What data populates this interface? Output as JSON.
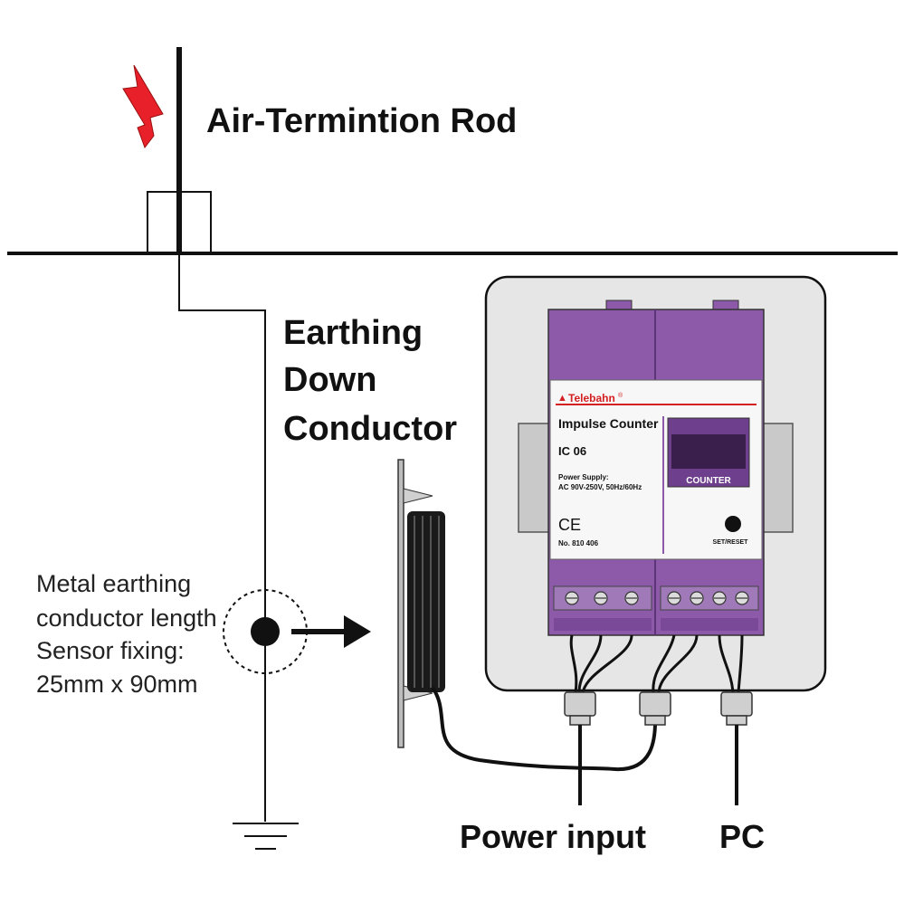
{
  "labels": {
    "rod": "Air-Termintion Rod",
    "conductor_line1": "Earthing",
    "conductor_line2": "Down",
    "conductor_line3": "Conductor",
    "sensor_line1": "Metal earthing",
    "sensor_line2": "conductor length",
    "sensor_line3": "Sensor fixing:",
    "sensor_line4": "25mm x 90mm",
    "power": "Power input",
    "pc": "PC"
  },
  "device": {
    "brand": "Telebahn",
    "brand_mark": "®",
    "name": "Impulse Counter",
    "model": "IC 06",
    "supply_line1": "Power Supply:",
    "supply_line2": "AC 90V-250V, 50Hz/60Hz",
    "ce_mark": "CE",
    "number": "No. 810 406",
    "display_label": "COUNTER",
    "button_label": "SET/RESET"
  },
  "colors": {
    "lightning": "#e8202a",
    "device_purple": "#8c5aa8",
    "device_purple_dark": "#6e3f8c",
    "enclosure": "#e6e6e6",
    "brand_red": "#d42020"
  }
}
